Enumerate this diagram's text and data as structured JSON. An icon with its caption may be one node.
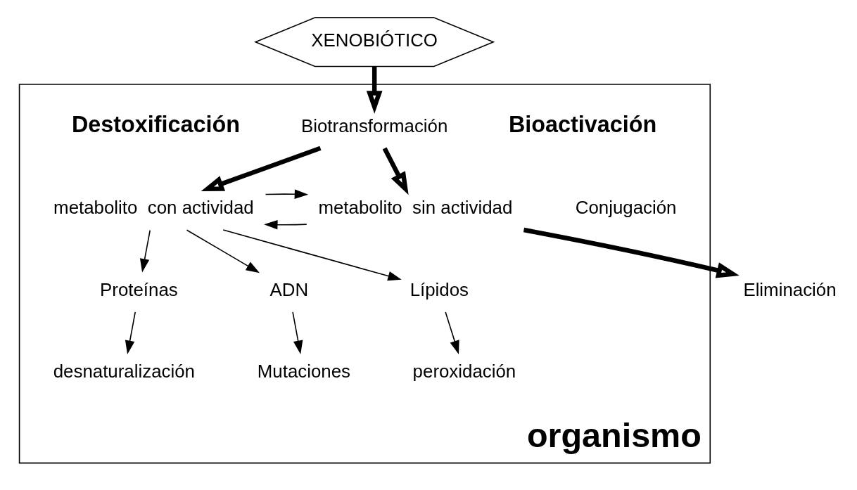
{
  "diagram": {
    "nodes": [
      {
        "text": [
          "XENOBIÓTICO"
        ]
      },
      {
        "text": [
          "organismo"
        ]
      },
      {
        "text": [
          "Biotransformación"
        ],
        "in": 1
      },
      {
        "text": [
          "metabolito  sin actividad"
        ],
        "in": 1
      },
      {
        "text": [
          "metabolito  con actividad"
        ],
        "in": 1
      },
      {
        "text": [
          "Lípidos"
        ],
        "in": 1
      },
      {
        "text": [
          "Proteínas"
        ],
        "in": 1
      },
      {
        "text": [
          "ADN"
        ],
        "in": 1
      },
      {
        "text": [
          "peroxidación"
        ],
        "in": 1
      },
      {
        "text": [
          "desnaturalización"
        ],
        "in": 1
      },
      {
        "text": [
          "Mutaciones"
        ],
        "in": 1
      },
      {
        "text": [
          "Eliminación"
        ]
      }
    ],
    "edges": [
      {
        "from": 0,
        "to": 2,
        "arrow": "to",
        "style": "thick"
      },
      {
        "from": 2,
        "to": 3,
        "arrow": "to",
        "style": "thick"
      },
      {
        "from": 2,
        "to": 4,
        "arrow": "to",
        "style": "thick"
      },
      {
        "from": 3,
        "to": 4,
        "arrow": "to"
      },
      {
        "from": 4,
        "to": 3,
        "arrow": "to"
      },
      {
        "from": 4,
        "to": 5,
        "arrow": "to"
      },
      {
        "from": 4,
        "to": 6,
        "arrow": "to"
      },
      {
        "from": 4,
        "to": 7,
        "arrow": "to"
      },
      {
        "from": 5,
        "to": 8,
        "arrow": "to"
      },
      {
        "from": 6,
        "to": 9,
        "arrow": "to"
      },
      {
        "from": 7,
        "to": 10,
        "arrow": "to"
      },
      {
        "from": 3,
        "to": 11,
        "arrow": "to",
        "style": "thick"
      }
    ],
    "labels": [
      "Destoxificación",
      "Bioactivación",
      "Conjugación"
    ]
  }
}
